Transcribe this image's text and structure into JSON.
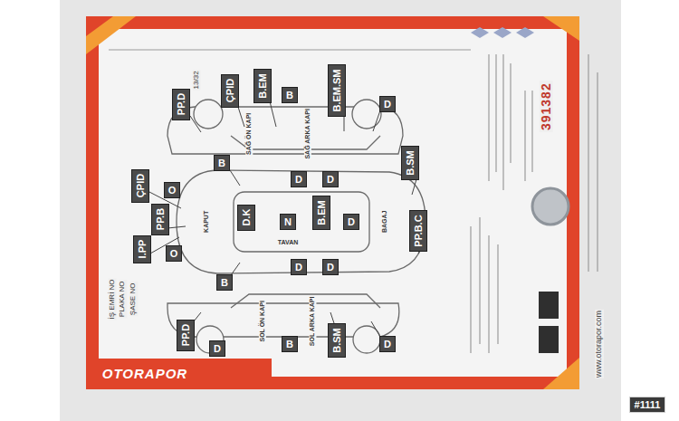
{
  "diagram": {
    "nodes": [
      {
        "text": [
          "PP.D"
        ]
      },
      {
        "text": [
          "ÇPID"
        ]
      },
      {
        "text": [
          "B.EM"
        ]
      },
      {
        "text": [
          "B"
        ]
      },
      {
        "text": [
          "B.EM.SM"
        ]
      },
      {
        "text": [
          "D"
        ]
      },
      {
        "text": [
          "ÇPID"
        ]
      },
      {
        "text": [
          "O"
        ]
      },
      {
        "text": [
          "B"
        ]
      },
      {
        "text": [
          "D"
        ]
      },
      {
        "text": [
          "D"
        ]
      },
      {
        "text": [
          "B.SM"
        ]
      },
      {
        "text": [
          "PP.B"
        ]
      },
      {
        "text": [
          "D.K"
        ]
      },
      {
        "text": [
          "N"
        ]
      },
      {
        "text": [
          "B.EM"
        ]
      },
      {
        "text": [
          "D"
        ]
      },
      {
        "text": [
          "PP.B.C"
        ]
      },
      {
        "text": [
          "I.PP"
        ]
      },
      {
        "text": [
          "O"
        ]
      },
      {
        "text": [
          "B"
        ]
      },
      {
        "text": [
          "D"
        ]
      },
      {
        "text": [
          "D"
        ]
      },
      {
        "text": [
          "PP.D"
        ]
      },
      {
        "text": [
          "D"
        ]
      },
      {
        "text": [
          "B"
        ]
      },
      {
        "text": [
          "B.SM"
        ]
      },
      {
        "text": [
          "D"
        ]
      }
    ],
    "labels": [
      "13/32",
      "391382",
      "OTORAPOR",
      "www.otorapor.com",
      "İŞ EMRİ NO",
      "PLAKA NO",
      "ŞASE NO",
      "KAPUT",
      "TAVAN",
      "BAGAJ",
      "SAĞ ÖN KAPI",
      "SAĞ ARKA KAPI",
      "SOL ÖN KAPI",
      "SOL ARKA KAPI",
      "#1111"
    ]
  }
}
